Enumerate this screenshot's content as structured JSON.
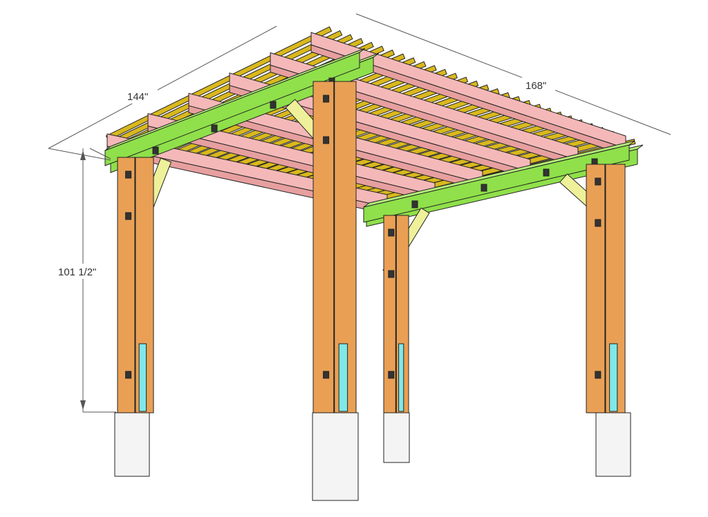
{
  "dimensions": {
    "width_label": "144\"",
    "depth_label": "168\"",
    "height_label": "101 1/2\""
  },
  "colors": {
    "slat": "#d9b81e",
    "joist": "#f4b8b8",
    "beam": "#8fe04a",
    "brace": "#eef09a",
    "post": "#e9a055",
    "post_accent": "#7fe8e8",
    "footing": "#f4f4f4",
    "outline": "#222222"
  }
}
